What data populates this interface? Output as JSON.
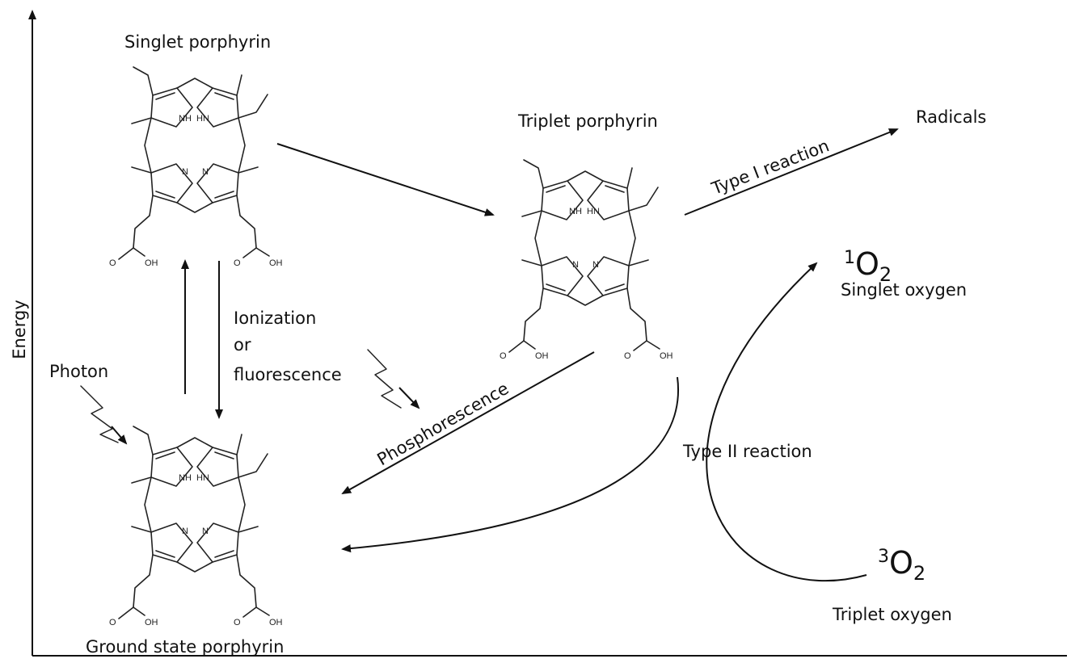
{
  "axis": {
    "y_label": "Energy"
  },
  "states": {
    "singlet_porphyrin": "Singlet porphyrin",
    "triplet_porphyrin": "Triplet porphyrin",
    "ground_state_porphyrin": "Ground state porphyrin"
  },
  "processes": {
    "photon": "Photon",
    "ionization_line1": "Ionization",
    "ionization_line2": "or",
    "ionization_line3": "fluorescence",
    "phosphorescence": "Phosphorescence",
    "type_i": "Type I reaction",
    "type_ii": "Type II reaction"
  },
  "products": {
    "radicals": "Radicals",
    "singlet_oxygen_sup": "1",
    "singlet_oxygen_formula": "O",
    "singlet_oxygen_sub": "2",
    "singlet_oxygen_name": "Singlet oxygen",
    "triplet_oxygen_sup": "3",
    "triplet_oxygen_formula": "O",
    "triplet_oxygen_sub": "2",
    "triplet_oxygen_name": "Triplet oxygen"
  },
  "molecule_atoms": {
    "nh": "NH",
    "hn": "HN",
    "n": "N",
    "o": "O",
    "oh": "OH"
  }
}
